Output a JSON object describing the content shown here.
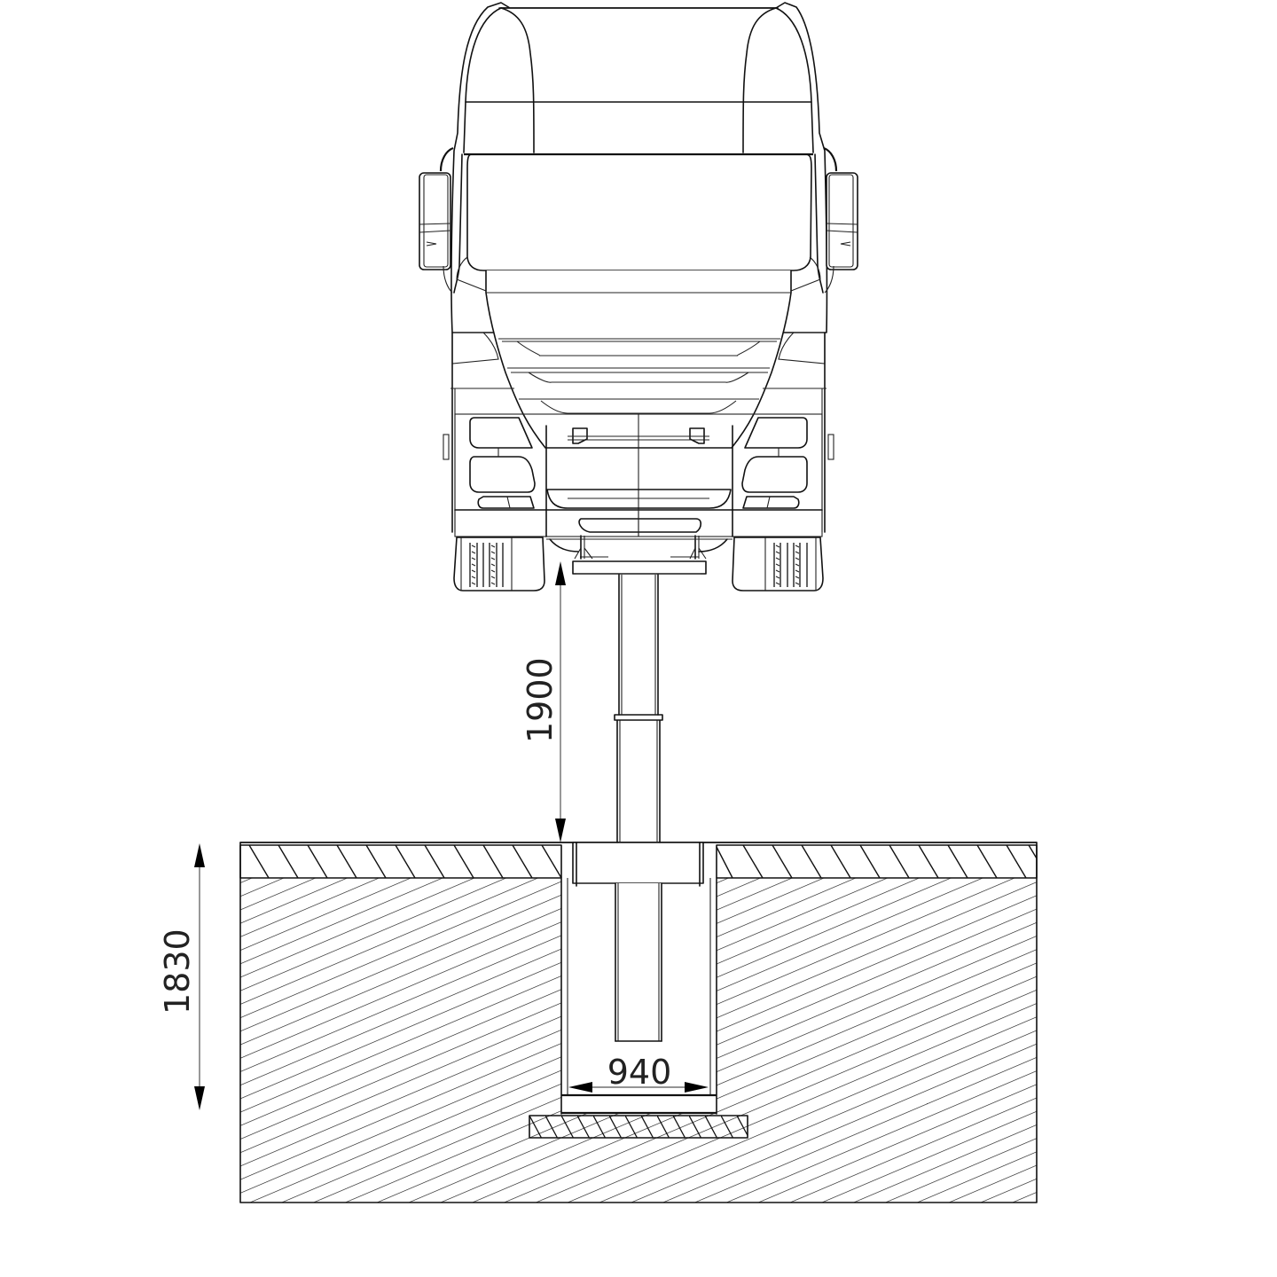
{
  "drawing": {
    "subject": "Truck front view on single-post in-ground pit lift",
    "background_color": "#ffffff",
    "line_color": "#111111"
  },
  "dimensions": {
    "lift_height": {
      "value": "1900",
      "orientation": "vertical",
      "unit": "mm"
    },
    "pit_depth": {
      "value": "1830",
      "orientation": "vertical",
      "unit": "mm"
    },
    "pit_width": {
      "value": "940",
      "orientation": "horizontal",
      "unit": "mm"
    }
  },
  "components": {
    "truck": "truck-cab-front-view",
    "lift": "telescopic-lift-column",
    "ground": "hatched-floor-section",
    "pit": "lift-pit",
    "foundation": "pit-base-slab"
  }
}
